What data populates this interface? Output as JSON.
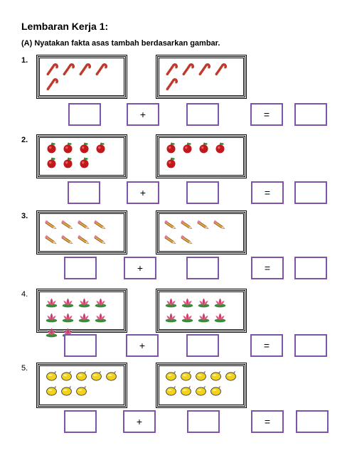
{
  "title": "Lembaran Kerja 1:",
  "instruction": "(A) Nyatakan fakta asas tambah berdasarkan gambar.",
  "symbols": {
    "plus": "+",
    "equals": "="
  },
  "questions": [
    {
      "number": "1.",
      "item_icon": "candy-cane-icon",
      "left_count": 5,
      "right_count": 5
    },
    {
      "number": "2.",
      "item_icon": "apple-icon",
      "left_count": 7,
      "right_count": 5
    },
    {
      "number": "3.",
      "item_icon": "pencil-icon",
      "left_count": 8,
      "right_count": 6
    },
    {
      "number": "4.",
      "item_icon": "lotus-flower-icon",
      "left_count": 10,
      "right_count": 8
    },
    {
      "number": "5.",
      "item_icon": "lemon-icon",
      "left_count": 8,
      "right_count": 9
    }
  ],
  "colors": {
    "answer_box_border": "#7d55a8",
    "frame_border": "#000000"
  }
}
